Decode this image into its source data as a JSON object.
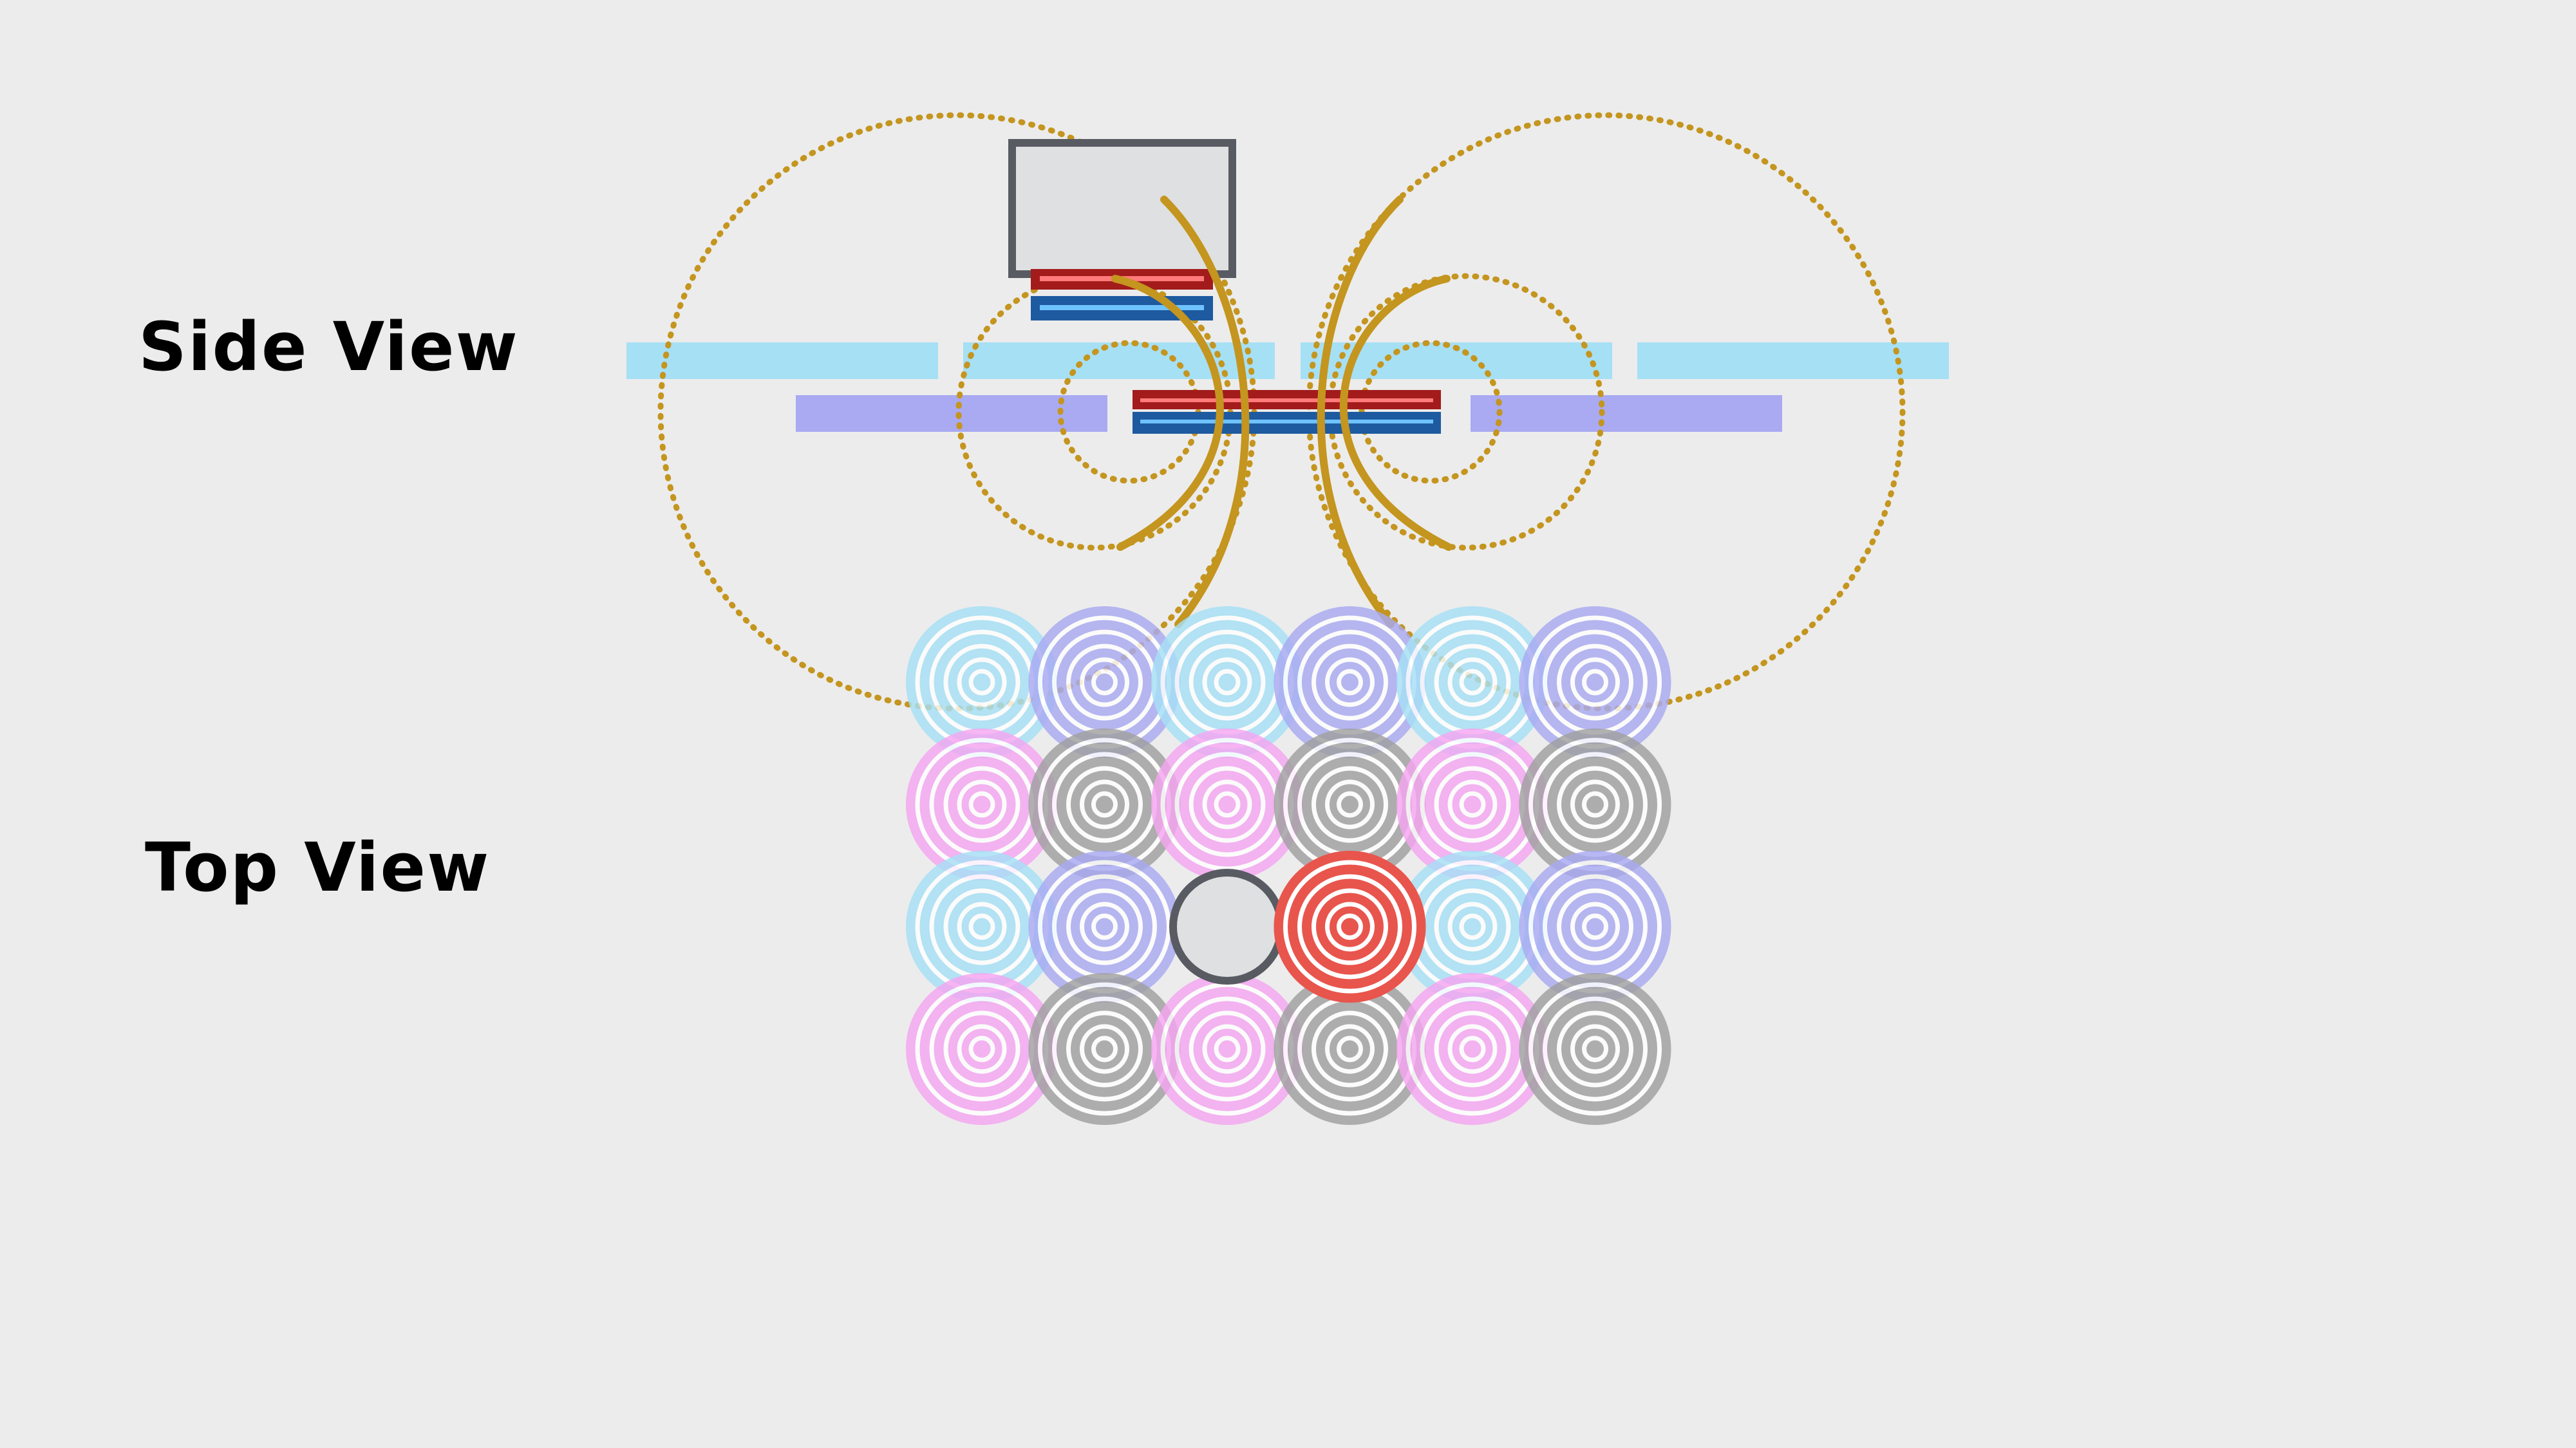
{
  "labels": {
    "side_view": "Side View",
    "top_view": "Top View"
  },
  "colors": {
    "background": "#ececec",
    "field_line": "#c4951f",
    "layer_cyan": "#a6e0f5",
    "layer_violet": "#a9aaf2",
    "coil_red": "#a31b1b",
    "coil_red_light": "#ff7a7a",
    "coil_blue": "#1e5aa0",
    "coil_blue_light": "#6ec3ff",
    "device_fill": "#dfe0e1",
    "device_stroke": "#585b62",
    "coil_cyan": "#a6e0f5",
    "coil_violet": "#a9aaf2",
    "coil_pink": "#f5a6f1",
    "coil_gray": "#a0a0a0",
    "coil_active": "#e8554d",
    "ring_stroke": "#ffffff"
  },
  "top_view": {
    "rows": 4,
    "cols": 6,
    "grid": [
      [
        "coil_cyan",
        "coil_violet",
        "coil_cyan",
        "coil_violet",
        "coil_cyan",
        "coil_violet"
      ],
      [
        "coil_pink",
        "coil_gray",
        "coil_pink",
        "coil_gray",
        "coil_pink",
        "coil_gray"
      ],
      [
        "coil_cyan",
        "coil_violet",
        "device",
        "coil_active",
        "coil_cyan",
        "coil_violet"
      ],
      [
        "coil_pink",
        "coil_gray",
        "coil_pink",
        "coil_gray",
        "coil_pink",
        "coil_gray"
      ]
    ]
  },
  "icons": [
    "device-icon",
    "active-coil-icon",
    "field-line-arrow-icon"
  ]
}
